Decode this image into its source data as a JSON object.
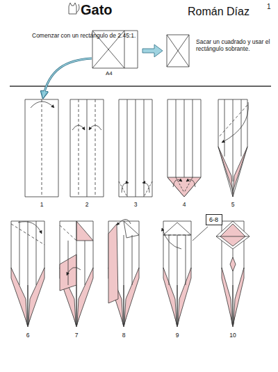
{
  "diagram": {
    "title": "Gato",
    "nodes": [
      {
        "text": [
          "6-8"
        ]
      }
    ],
    "labels": [
      "Román Díaz",
      "1",
      "Comenzar con un rectángulo de 2.45:1.",
      "A4",
      "Sacar un cuadrado y usar el rectángulo sobrante.",
      "1",
      "2",
      "3",
      "4",
      "5",
      "6",
      "7",
      "8",
      "9",
      "10"
    ]
  }
}
